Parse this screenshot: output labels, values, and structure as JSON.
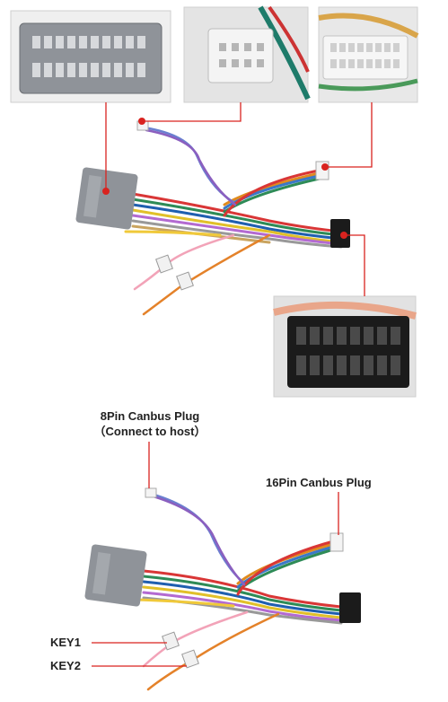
{
  "labels": {
    "canbus8_line1": "8Pin Canbus Plug",
    "canbus8_line2": "（Connect to host）",
    "canbus16": "16Pin Canbus Plug",
    "key1": "KEY1",
    "key2": "KEY2"
  },
  "colors": {
    "callout_red": "#d9231f",
    "connector_gray": "#8f9399",
    "connector_black": "#1b1b1b",
    "plug_white": "#f4f4f4",
    "photo_frame": "#dcdcdc"
  },
  "icons": {
    "gray_connector_photo": "gray-connector-icon",
    "white_8pin_photo": "white-8pin-connector-icon",
    "white_16pin_photo": "white-16pin-connector-icon",
    "black_connector_photo": "black-connector-icon"
  }
}
